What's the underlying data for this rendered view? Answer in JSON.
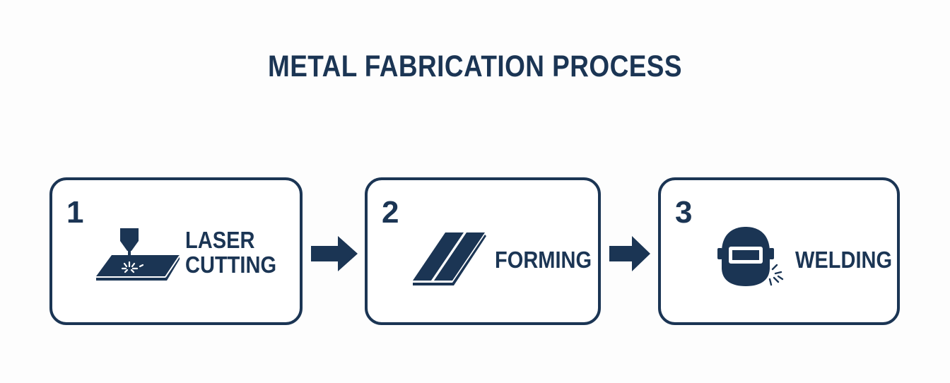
{
  "title": "METAL FABRICATION PROCESS",
  "steps": [
    {
      "number": "1",
      "label_lines": [
        "LASER",
        "CUTTING"
      ],
      "icon": "laser-cutting-icon"
    },
    {
      "number": "2",
      "label_lines": [
        "FORMING"
      ],
      "icon": "metal-sheet-icon"
    },
    {
      "number": "3",
      "label_lines": [
        "WELDING"
      ],
      "icon": "welding-helmet-icon"
    }
  ],
  "colors": {
    "primary": "#1b3554",
    "background": "#fdfdfd"
  }
}
